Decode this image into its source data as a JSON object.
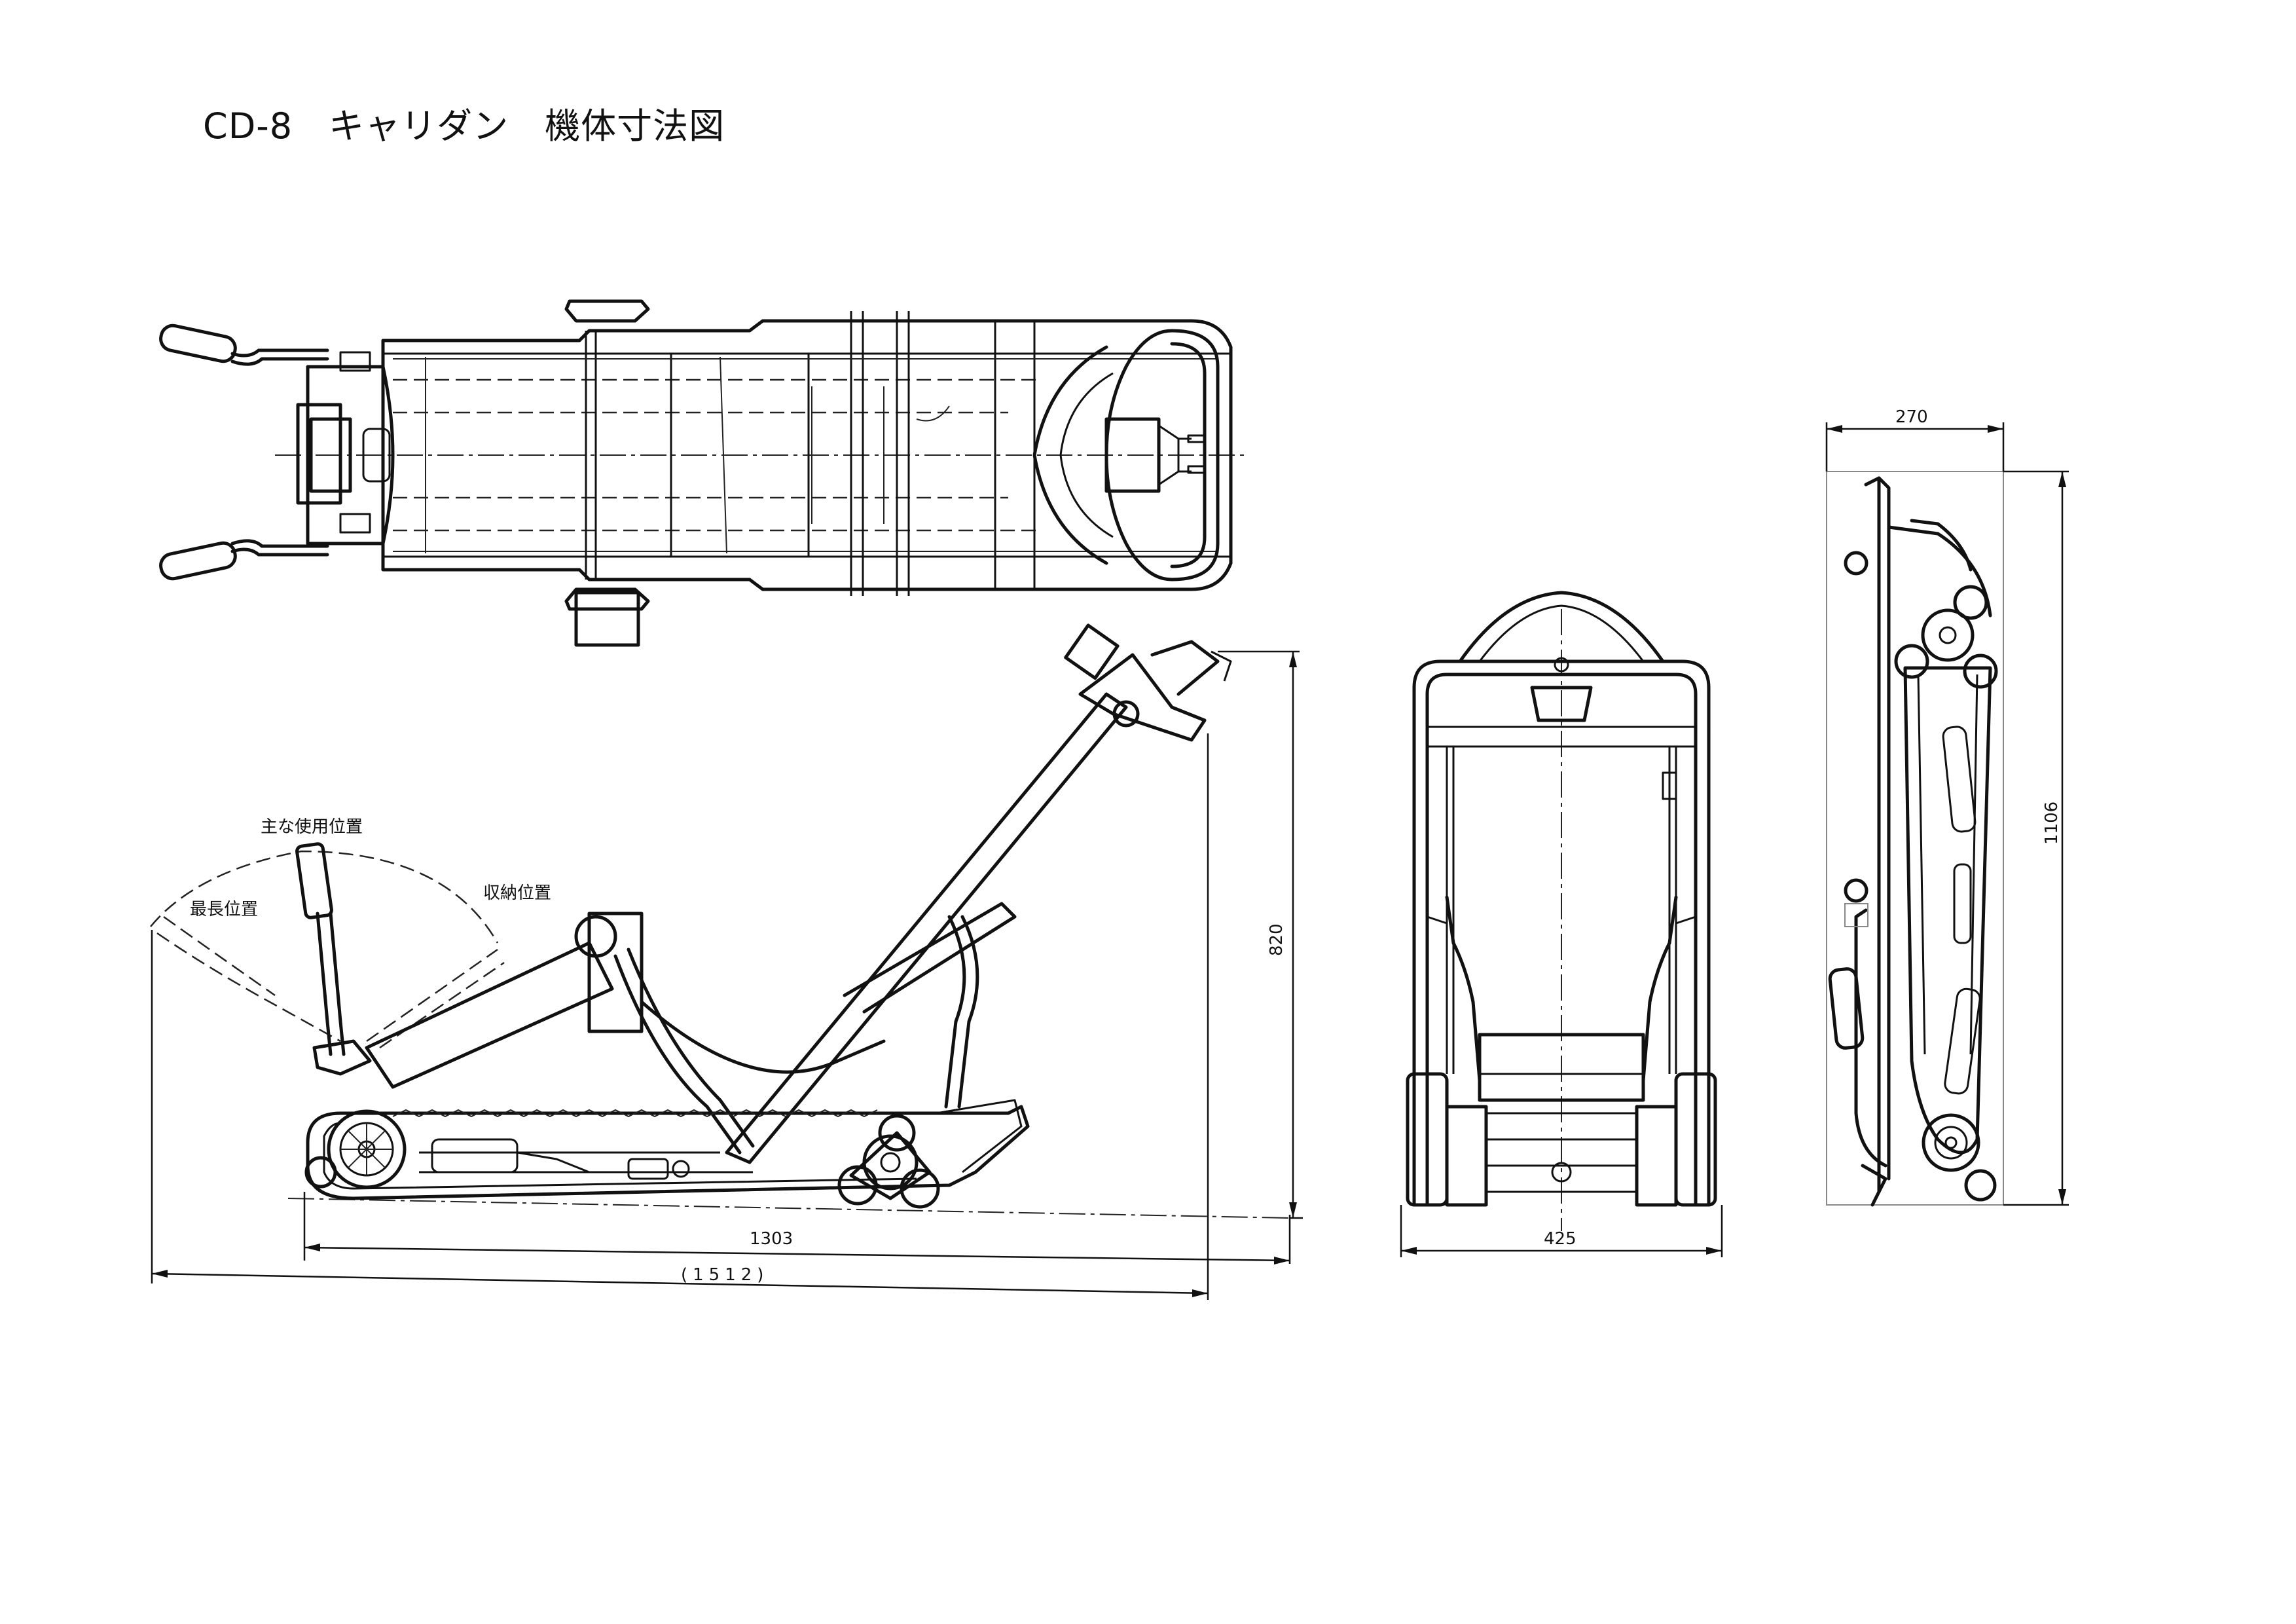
{
  "title": "CD-8　キャリダン　機体寸法図",
  "side_view": {
    "labels": {
      "main_use_position": "主な使用位置",
      "longest_position": "最長位置",
      "storage_position": "収納位置"
    },
    "dimensions": {
      "track_length": "1303",
      "overall_length": "(1512)",
      "height": "820"
    }
  },
  "front_view": {
    "dimensions": {
      "width": "425"
    }
  },
  "folded_view": {
    "dimensions": {
      "width": "270",
      "length": "1106"
    }
  }
}
